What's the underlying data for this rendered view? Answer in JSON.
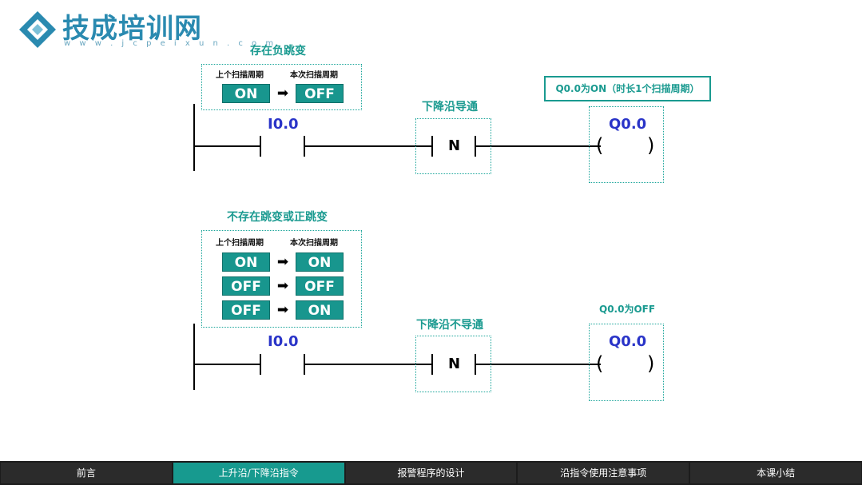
{
  "logo": {
    "name": "技成培训网",
    "url": "w w w . j c p e i x u n . c o m",
    "icon": "diamond-logo-icon"
  },
  "top": {
    "title": "存在负跳变",
    "header_prev": "上个扫描周期",
    "header_curr": "本次扫描周期",
    "rows": [
      {
        "prev": "ON",
        "curr": "OFF"
      }
    ],
    "contact_label": "I0.0",
    "n_title": "下降沿导通",
    "n_label": "N",
    "coil_label": "Q0.0",
    "coil_paren_open": "(",
    "coil_paren_close": ")",
    "result": "Q0.0为ON（时长1个扫描周期）"
  },
  "bottom": {
    "title": "不存在跳变或正跳变",
    "header_prev": "上个扫描周期",
    "header_curr": "本次扫描周期",
    "rows": [
      {
        "prev": "ON",
        "curr": "ON"
      },
      {
        "prev": "OFF",
        "curr": "OFF"
      },
      {
        "prev": "OFF",
        "curr": "ON"
      }
    ],
    "contact_label": "I0.0",
    "n_title": "下降沿不导通",
    "n_label": "N",
    "coil_label": "Q0.0",
    "coil_paren_open": "(",
    "coil_paren_close": ")",
    "result": "Q0.0为OFF"
  },
  "nav": {
    "items": [
      {
        "label": "前言",
        "active": false
      },
      {
        "label": "上升沿/下降沿指令",
        "active": true
      },
      {
        "label": "报警程序的设计",
        "active": false
      },
      {
        "label": "沿指令使用注意事项",
        "active": false
      },
      {
        "label": "本课小结",
        "active": false
      }
    ]
  },
  "colors": {
    "teal": "#1a9a90",
    "blue": "#2a34c8",
    "nav_bg": "#2b2b2b",
    "nav_active": "#179a8f"
  }
}
